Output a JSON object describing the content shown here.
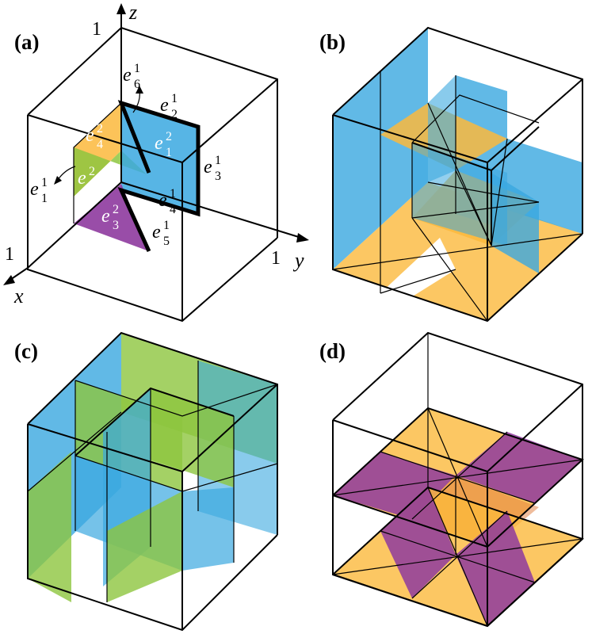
{
  "panels": {
    "a": {
      "label": "(a)"
    },
    "b": {
      "label": "(b)"
    },
    "c": {
      "label": "(c)"
    },
    "d": {
      "label": "(d)"
    }
  },
  "axes": {
    "z": "z",
    "y": "y",
    "x": "x",
    "z_tick": "1",
    "y_tick": "1",
    "x_tick": "1"
  },
  "labels": {
    "e16": {
      "base": "e",
      "sub": "6",
      "sup": "1"
    },
    "e12": {
      "base": "e",
      "sub": "2",
      "sup": "1"
    },
    "e24": {
      "base": "e",
      "sub": "4",
      "sup": "2"
    },
    "e21": {
      "base": "e",
      "sub": "1",
      "sup": "2"
    },
    "e13": {
      "base": "e",
      "sub": "3",
      "sup": "1"
    },
    "e11": {
      "base": "e",
      "sub": "1",
      "sup": "1"
    },
    "e22": {
      "base": "e",
      "sub": "2",
      "sup": "2"
    },
    "e14": {
      "base": "e",
      "sub": "4",
      "sup": "1"
    },
    "e23": {
      "base": "e",
      "sub": "3",
      "sup": "2"
    },
    "e15": {
      "base": "e",
      "sub": "5",
      "sup": "1"
    }
  },
  "colors": {
    "blue": "#3aa8e0",
    "orange": "#fbb93c",
    "green": "#8dc63f",
    "purple": "#8e3a9e",
    "line": "#000000"
  }
}
